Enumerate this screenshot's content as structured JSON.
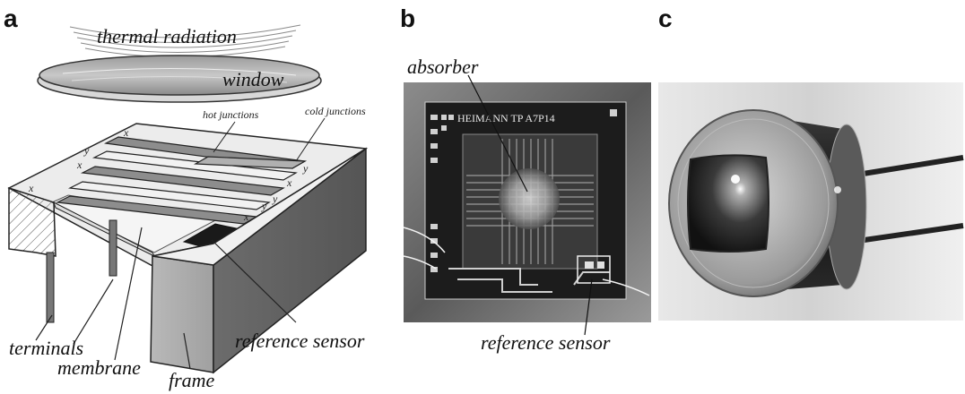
{
  "panel_a": {
    "letter": "a",
    "labels": {
      "thermal_radiation": "thermal radiation",
      "window": "window",
      "hot_junctions": "hot junctions",
      "cold_junctions": "cold junctions",
      "terminals": "terminals",
      "membrane": "membrane",
      "frame": "frame",
      "reference_sensor": "reference sensor"
    },
    "junction_marks": [
      "x",
      "y"
    ]
  },
  "panel_b": {
    "letter": "b",
    "chip_text": "HEIMANN TP A7P14",
    "labels": {
      "absorber": "absorber",
      "reference_sensor": "reference sensor"
    }
  },
  "panel_c": {
    "letter": "c"
  }
}
